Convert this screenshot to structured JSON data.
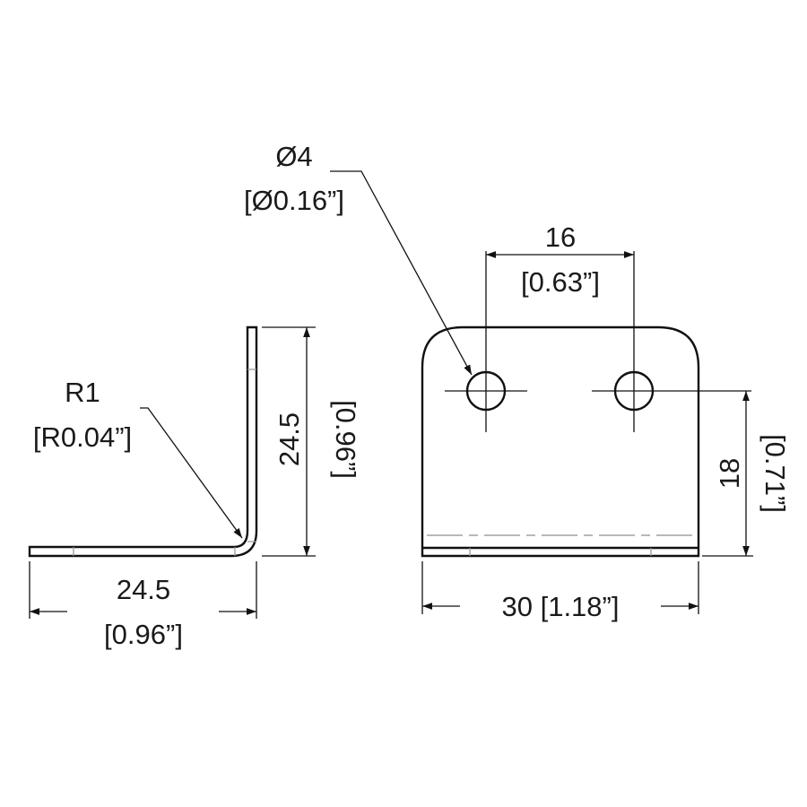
{
  "side_view": {
    "radius": {
      "value": "R1",
      "inch": "[R0.04”]"
    },
    "vertical_leg": {
      "value": "24.5",
      "inch": "[0.96”]"
    },
    "horizontal_leg": {
      "value": "24.5",
      "inch": "[0.96”]"
    }
  },
  "front_view": {
    "hole_diameter": {
      "value": "Ø4",
      "inch": "[Ø0.16”]"
    },
    "hole_spacing": {
      "value": "16",
      "inch": "[0.63”]"
    },
    "hole_height": {
      "value": "18",
      "inch": "[0.71”]"
    },
    "width": {
      "text": "30 [1.18”]"
    }
  }
}
